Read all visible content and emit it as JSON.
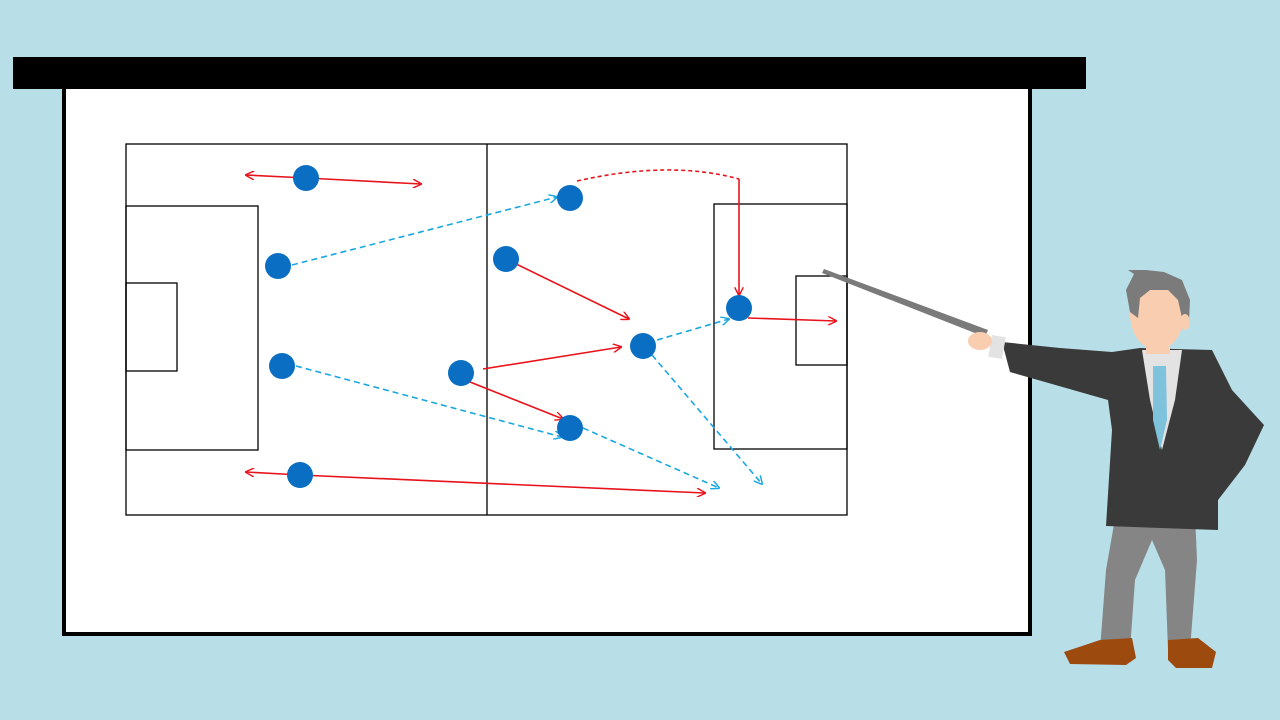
{
  "colors": {
    "background": "#b8dfe8",
    "screen_bar": "#000000",
    "board": "#ffffff",
    "pitch_lines": "#000000",
    "player": "#0a6fc2",
    "run_arrow": "#e8131b",
    "pass_arrow": "#1aa7e0",
    "suit": "#3a3a3a",
    "trousers": "#858585",
    "shirt": "#e3e3e3",
    "tie": "#7fc2dc",
    "skin": "#f9cdb0",
    "hair": "#7b7b7b",
    "shoes": "#9c4a0e",
    "pointer": "#7a7a7a"
  },
  "diagram": {
    "players": [
      {
        "id": "p1"
      },
      {
        "id": "p2"
      },
      {
        "id": "p3"
      },
      {
        "id": "p4"
      },
      {
        "id": "p5"
      },
      {
        "id": "p6"
      },
      {
        "id": "p7"
      },
      {
        "id": "p8"
      },
      {
        "id": "p9"
      },
      {
        "id": "p10"
      }
    ],
    "movements": [
      {
        "kind": "run",
        "from": "p1",
        "direction": "left"
      },
      {
        "kind": "run",
        "from": "p1",
        "direction": "right"
      },
      {
        "kind": "pass",
        "from": "p2",
        "to": "p5"
      },
      {
        "kind": "pass",
        "from": "p3",
        "to": "p8"
      },
      {
        "kind": "run",
        "from": "p4",
        "direction": "left"
      },
      {
        "kind": "run",
        "from": "p4",
        "direction": "right"
      },
      {
        "kind": "run",
        "from": "p6",
        "to": "p9"
      },
      {
        "kind": "run",
        "from": "p7",
        "to": "p9"
      },
      {
        "kind": "run",
        "from": "p7",
        "to": "p8"
      },
      {
        "kind": "pass",
        "from": "p9",
        "to": "p10"
      },
      {
        "kind": "pass",
        "from": "p9",
        "direction": "down-right"
      },
      {
        "kind": "pass",
        "from": "p8",
        "direction": "right"
      },
      {
        "kind": "run",
        "from": "p5",
        "to": "p10",
        "style": "curved"
      },
      {
        "kind": "run",
        "from": "p10",
        "direction": "goal"
      }
    ]
  }
}
